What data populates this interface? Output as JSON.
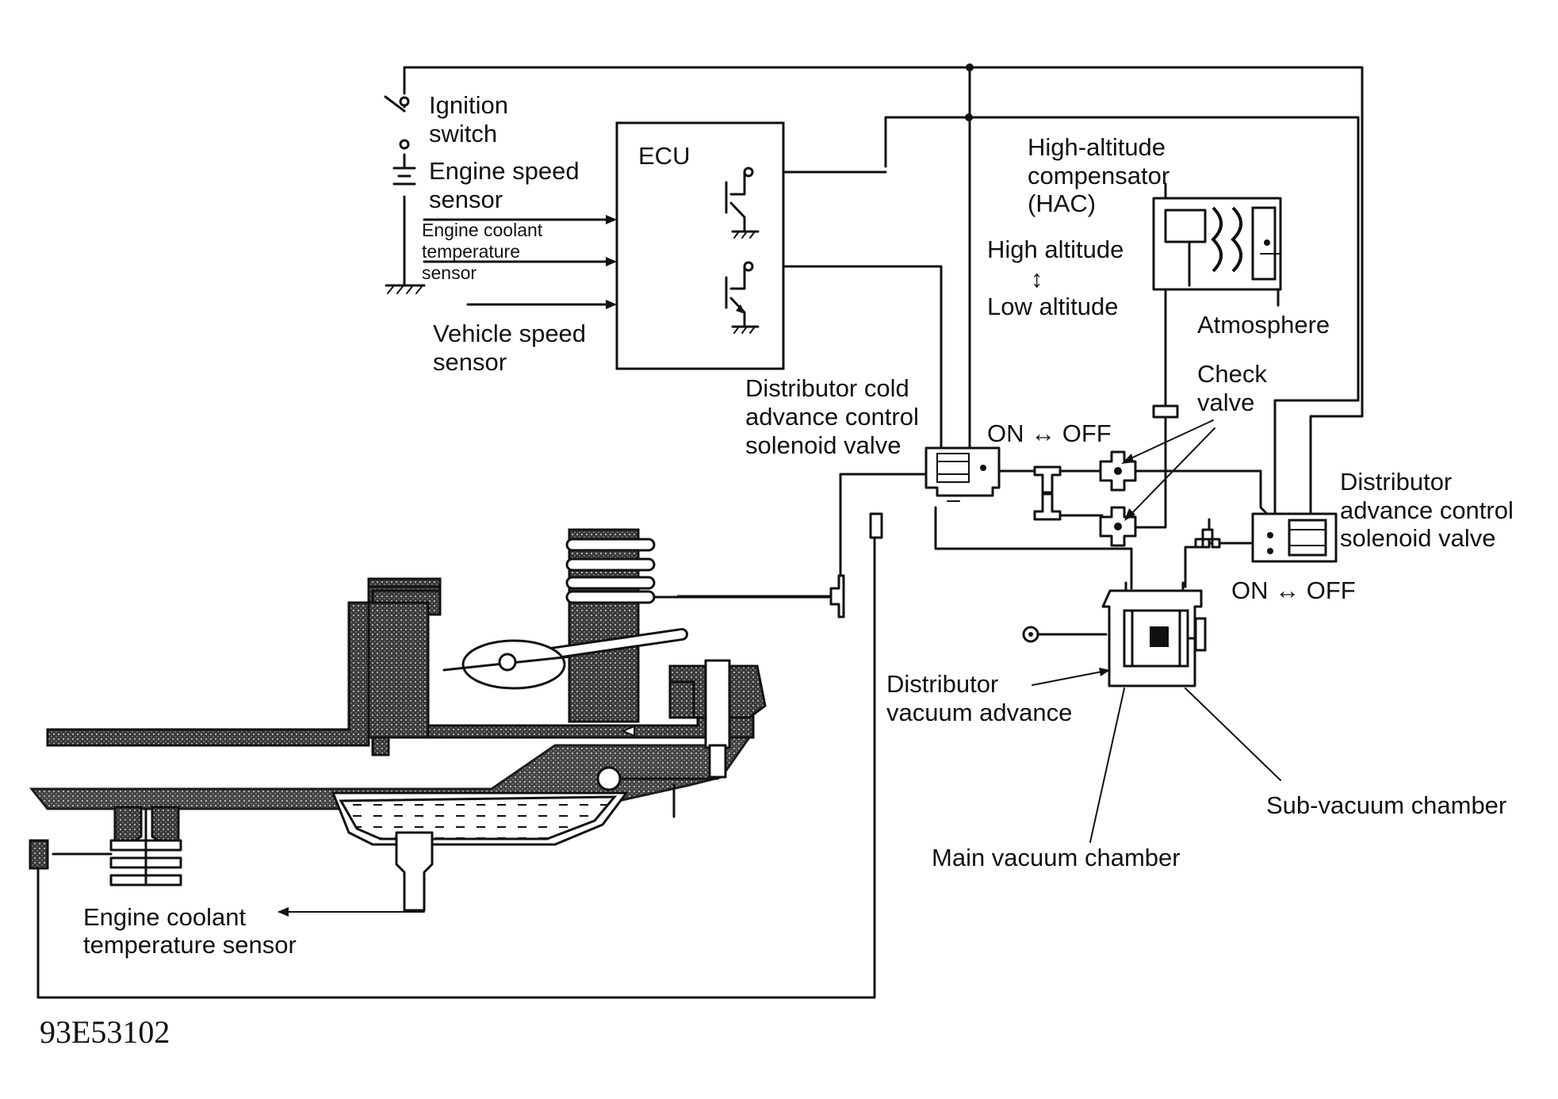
{
  "figure_code": "93E53102",
  "labels": {
    "ignition_switch": [
      "Ignition",
      "switch"
    ],
    "engine_speed_sensor": [
      "Engine speed",
      "sensor"
    ],
    "engine_coolant_temp_sensor_input": [
      "Engine coolant",
      "temperature",
      "sensor"
    ],
    "vehicle_speed_sensor": [
      "Vehicle speed",
      "sensor"
    ],
    "ecu": "ECU",
    "hac": [
      "High-altitude",
      "compensator",
      "(HAC)"
    ],
    "high_altitude": "High altitude",
    "low_altitude": "Low altitude",
    "altitude_arrow": "↕",
    "atmosphere": "Atmosphere",
    "check_valve": [
      "Check",
      "valve"
    ],
    "cold_advance_solenoid": [
      "Distributor cold",
      "advance control",
      "solenoid valve"
    ],
    "on_off_1": "ON ↔ OFF",
    "advance_solenoid": [
      "Distributor",
      "advance control",
      "solenoid valve"
    ],
    "on_off_2": "ON ↔ OFF",
    "vacuum_advance": [
      "Distributor",
      "vacuum advance"
    ],
    "sub_vacuum_chamber": "Sub-vacuum chamber",
    "main_vacuum_chamber": "Main vacuum chamber",
    "coolant_sensor_bottom": [
      "Engine coolant",
      "temperature sensor"
    ]
  }
}
